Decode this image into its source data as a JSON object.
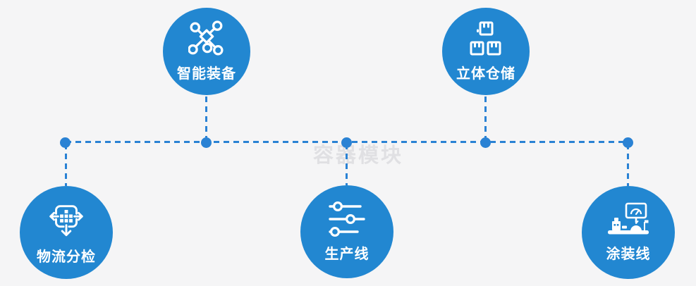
{
  "watermark": "容器模块",
  "colors": {
    "background": "#f5f5f6",
    "node_fill": "#2287d1",
    "connector": "#2a82d4",
    "label_text": "#ffffff",
    "watermark_text": "#e0e0e3"
  },
  "nodes": [
    {
      "id": "smart-equipment",
      "label": "智能装备",
      "icon": "network-molecule-icon",
      "row": "top"
    },
    {
      "id": "stereo-warehouse",
      "label": "立体仓储",
      "icon": "stacked-boxes-icon",
      "row": "top"
    },
    {
      "id": "logistics-sorting",
      "label": "物流分检",
      "icon": "sorting-arrows-icon",
      "row": "bottom"
    },
    {
      "id": "production-line",
      "label": "生产线",
      "icon": "sliders-icon",
      "row": "bottom"
    },
    {
      "id": "painting-line",
      "label": "涂装线",
      "icon": "control-station-icon",
      "row": "bottom"
    }
  ],
  "connectors": {
    "trunk": "horizontal-dashed",
    "branches": 5,
    "junction_dots": 5
  }
}
